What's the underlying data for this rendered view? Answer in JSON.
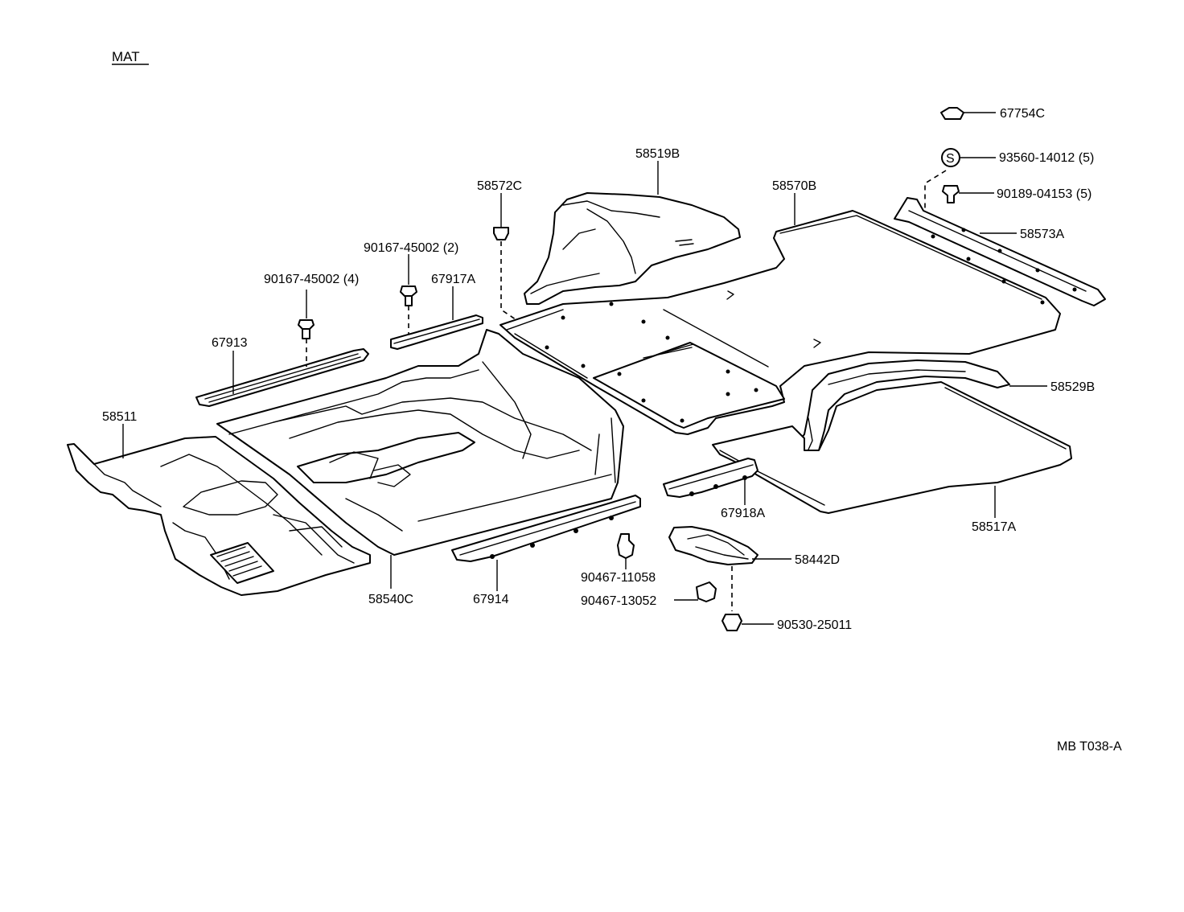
{
  "title": "MAT",
  "figure_code": "MB T038-A",
  "labels": {
    "p67754C": "67754C",
    "p93560": "93560-14012 (5)",
    "p90189": "90189-04153 (5)",
    "s_mark": "S",
    "p58573A": "58573A",
    "p58519B": "58519B",
    "p58570B": "58570B",
    "p58572C": "58572C",
    "p90167_2": "90167-45002 (2)",
    "p67917A": "67917A",
    "p90167_4": "90167-45002 (4)",
    "p67913": "67913",
    "p58511": "58511",
    "p58529B": "58529B",
    "p58517A": "58517A",
    "p67918A": "67918A",
    "p58442D": "58442D",
    "p58540C": "58540C",
    "p67914": "67914",
    "p90467_11058": "90467-11058",
    "p90467_13052": "90467-13052",
    "p90530": "90530-25011"
  }
}
